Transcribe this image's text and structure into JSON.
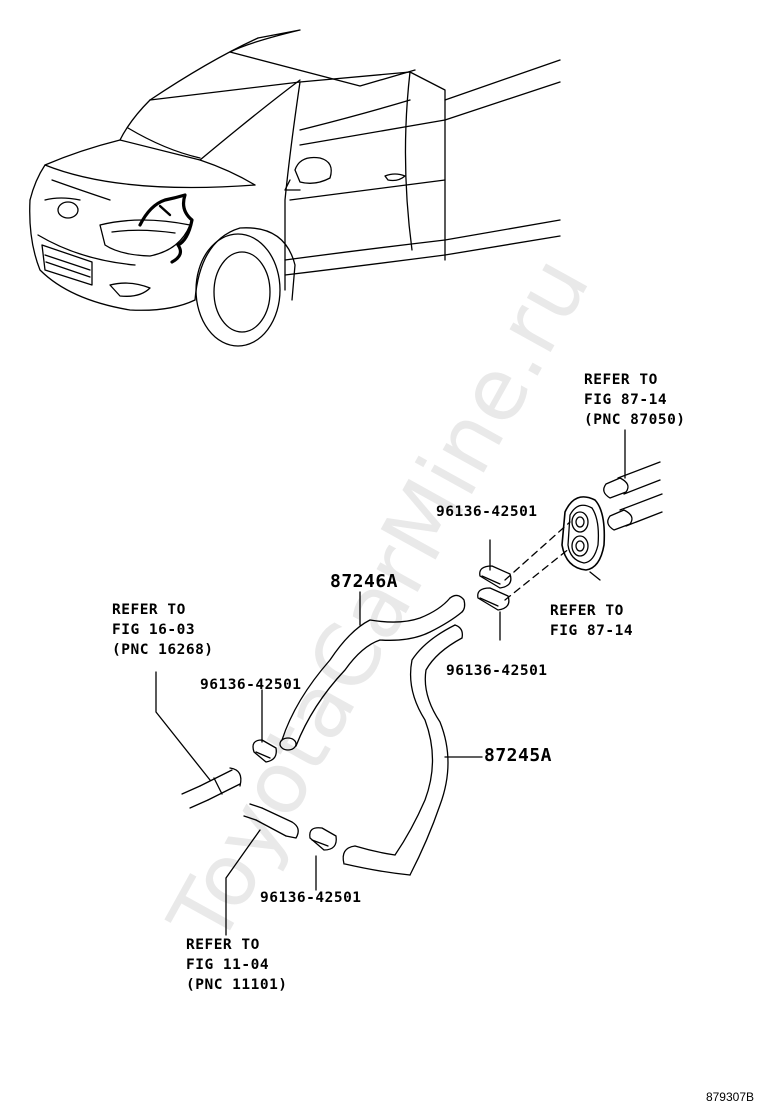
{
  "watermark": "ToyotaCarMine.ru",
  "figure_code": "879307B",
  "refs": {
    "top_right": [
      "REFER TO",
      "FIG 87-14",
      "(PNC 87050)"
    ],
    "left": [
      "REFER TO",
      "FIG 16-03",
      "(PNC 16268)"
    ],
    "bottom": [
      "REFER TO",
      "FIG 11-04",
      "(PNC 11101)"
    ],
    "mid_right": [
      "REFER TO",
      "FIG 87-14"
    ]
  },
  "parts": {
    "hose_upper": "87246A",
    "hose_lower": "87245A",
    "clamp_top": "96136-42501",
    "clamp_top_lower": "96136-42501",
    "clamp_left": "96136-42501",
    "clamp_bottom": "96136-42501"
  }
}
